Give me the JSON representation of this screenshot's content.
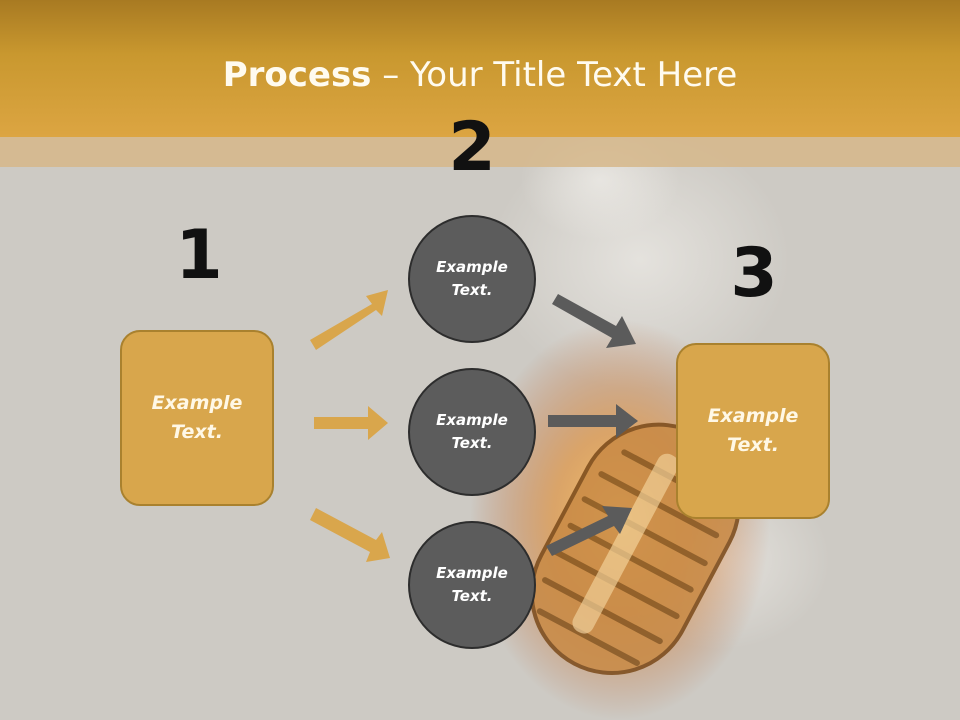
{
  "slide": {
    "title_bold": "Process",
    "title_rest": " – Your Title Text Here",
    "steps": [
      {
        "number": "1",
        "text": "Example\nText."
      },
      {
        "number": "2",
        "items": [
          "Example\nText.",
          "Example\nText.",
          "Example\nText."
        ]
      },
      {
        "number": "3",
        "text": "Example\nText."
      }
    ]
  },
  "colors": {
    "header": "#d8a23f",
    "box_fill": "#d8a64c",
    "box_border": "#a9812e",
    "circle_fill": "#5c5c5c",
    "orange_arrow": "#d9a64c",
    "gray_arrow": "#5b5b5b",
    "background": "#cdcac4"
  },
  "background_image": "flaming-vintage-microphone"
}
